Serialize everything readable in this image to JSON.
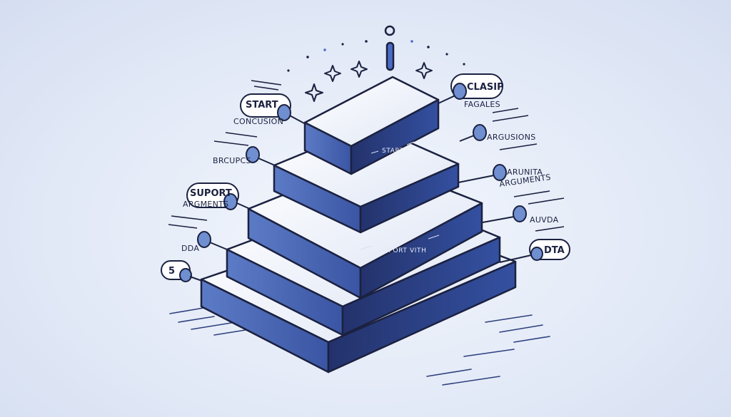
{
  "steps": {
    "top": "START",
    "middle": "SUPPORT VITH"
  },
  "left_labels": {
    "start": "START",
    "concusion": "CONCUSION",
    "brcupcs": "BRCUPCS",
    "suport": "SUPORT",
    "argments": "ARGMENTS",
    "dda": "DDA",
    "five": "5"
  },
  "right_labels": {
    "clasip": "CLASIP",
    "fagales": "FAGALES",
    "argusions": "ARGUSIONS",
    "arunita": "ARUNITA",
    "arguments": "ARGUMENTS",
    "auvda": "AUVDA",
    "dta": "DTA"
  },
  "colors": {
    "navy": "#1b2140",
    "dark_blue": "#2d3f7e",
    "mid_blue": "#3f5aa8",
    "light_blue": "#6f8fd0",
    "pale": "#f7f9fd"
  }
}
